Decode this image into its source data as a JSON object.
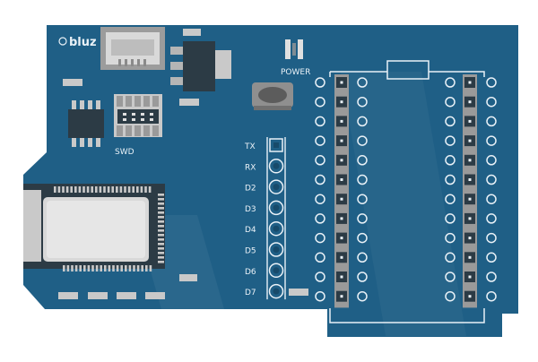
{
  "board": {
    "logo": "bluz",
    "labels": {
      "power": "POWER",
      "swd": "SWD"
    },
    "pin_labels": [
      "TX",
      "RX",
      "D2",
      "D3",
      "D4",
      "D5",
      "D6",
      "D7"
    ]
  },
  "colors": {
    "pcb": "#1f5f86",
    "pcb_edge": "#174a6a",
    "silkscreen": "#e9f1f7",
    "metal": "#d5d5d5",
    "chip": "#2c3b45",
    "header": "#9a9a9a",
    "component": "#c9c9c9"
  }
}
